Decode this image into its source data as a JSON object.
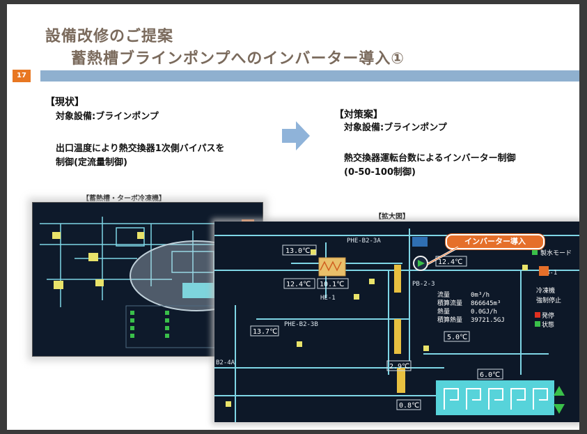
{
  "slide": {
    "title_line1": "設備改修のご提案",
    "title_line2": "蓄熱槽ブラインポンプへのインバーター導入①",
    "page_number": "17"
  },
  "current": {
    "heading": "【現状】",
    "equipment": "対象設備:ブラインポンプ",
    "desc_line1": "出口温度により熱交換器1次側バイパスを",
    "desc_line2": "制御(定流量制御)"
  },
  "proposal": {
    "heading": "【対策案】",
    "equipment": "対象設備:ブラインポンプ",
    "desc_line1": "熱交換器運転台数によるインバーター制御",
    "desc_line2": "(0-50-100制御)"
  },
  "images": {
    "left_caption": "【蓄熱槽・ターボ冷凍機】",
    "right_caption": "【拡大図】",
    "callout": "インバーター導入"
  },
  "scada": {
    "temp_readings": [
      "13.0℃",
      "12.4℃",
      "10.1℃",
      "12.4℃",
      "13.7℃",
      "5.0℃",
      "2.9℃",
      "0.8℃",
      "6.0℃"
    ],
    "equipment_labels": [
      "PHE-B2-3A",
      "HE-1",
      "PHE-B2-3B",
      "PB-2-3",
      "B2-4A",
      "B-1"
    ],
    "info_labels": [
      "流量",
      "積算流量",
      "熱量",
      "積算熱量"
    ],
    "info_values": [
      "0m³/h",
      "866645m³",
      "0.0GJ/h",
      "39721.5GJ"
    ],
    "status_labels": [
      "製水モード",
      "冷凍機",
      "強制停止",
      "発停",
      "状態"
    ]
  },
  "colors": {
    "title_text": "#7a6a5c",
    "title_bar": "#8fb0cf",
    "page_badge": "#e87722",
    "arrow": "#8fb3d9",
    "callout": "#e56f2a",
    "scada_bg": "#0d1828",
    "pipe": "#7fd6e6",
    "tank": "#57d3da"
  }
}
